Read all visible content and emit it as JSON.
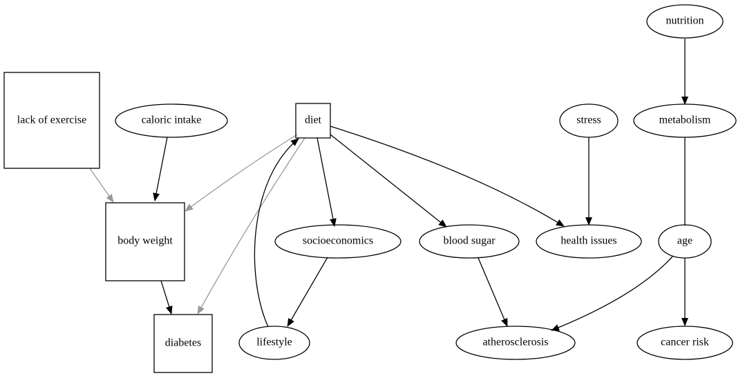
{
  "diagram": {
    "nodes": [
      {
        "id": "lack_of_exercise",
        "label": "lack of exercise",
        "shape": "box"
      },
      {
        "id": "caloric_intake",
        "label": "caloric intake",
        "shape": "ellipse"
      },
      {
        "id": "diet",
        "label": "diet",
        "shape": "box"
      },
      {
        "id": "stress",
        "label": "stress",
        "shape": "ellipse"
      },
      {
        "id": "nutrition",
        "label": "nutrition",
        "shape": "ellipse"
      },
      {
        "id": "metabolism",
        "label": "metabolism",
        "shape": "ellipse"
      },
      {
        "id": "body_weight",
        "label": "body weight",
        "shape": "box"
      },
      {
        "id": "socioeconomics",
        "label": "socioeconomics",
        "shape": "ellipse"
      },
      {
        "id": "blood_sugar",
        "label": "blood sugar",
        "shape": "ellipse"
      },
      {
        "id": "health_issues",
        "label": "health issues",
        "shape": "ellipse"
      },
      {
        "id": "age",
        "label": "age",
        "shape": "ellipse"
      },
      {
        "id": "diabetes",
        "label": "diabetes",
        "shape": "box"
      },
      {
        "id": "lifestyle",
        "label": "lifestyle",
        "shape": "ellipse"
      },
      {
        "id": "atherosclerosis",
        "label": "atherosclerosis",
        "shape": "ellipse"
      },
      {
        "id": "cancer_risk",
        "label": "cancer risk",
        "shape": "ellipse"
      }
    ],
    "edges": [
      {
        "from": "lack_of_exercise",
        "to": "body_weight",
        "color": "#999999",
        "arrow": true
      },
      {
        "from": "caloric_intake",
        "to": "body_weight",
        "color": "#000000",
        "arrow": true
      },
      {
        "from": "diet",
        "to": "body_weight",
        "color": "#999999",
        "arrow": true
      },
      {
        "from": "diet",
        "to": "diabetes",
        "color": "#999999",
        "arrow": true
      },
      {
        "from": "lifestyle",
        "to": "diet",
        "color": "#000000",
        "arrow": true
      },
      {
        "from": "diet",
        "to": "socioeconomics",
        "color": "#000000",
        "arrow": true
      },
      {
        "from": "diet",
        "to": "blood_sugar",
        "color": "#000000",
        "arrow": true
      },
      {
        "from": "diet",
        "to": "health_issues",
        "color": "#000000",
        "arrow": true
      },
      {
        "from": "stress",
        "to": "health_issues",
        "color": "#000000",
        "arrow": true
      },
      {
        "from": "nutrition",
        "to": "metabolism",
        "color": "#000000",
        "arrow": true
      },
      {
        "from": "metabolism",
        "to": "age",
        "color": "#000000",
        "arrow": false
      },
      {
        "from": "body_weight",
        "to": "diabetes",
        "color": "#000000",
        "arrow": true
      },
      {
        "from": "socioeconomics",
        "to": "lifestyle",
        "color": "#000000",
        "arrow": true
      },
      {
        "from": "blood_sugar",
        "to": "atherosclerosis",
        "color": "#000000",
        "arrow": true
      },
      {
        "from": "age",
        "to": "atherosclerosis",
        "color": "#000000",
        "arrow": true
      },
      {
        "from": "age",
        "to": "cancer_risk",
        "color": "#000000",
        "arrow": true
      }
    ]
  }
}
